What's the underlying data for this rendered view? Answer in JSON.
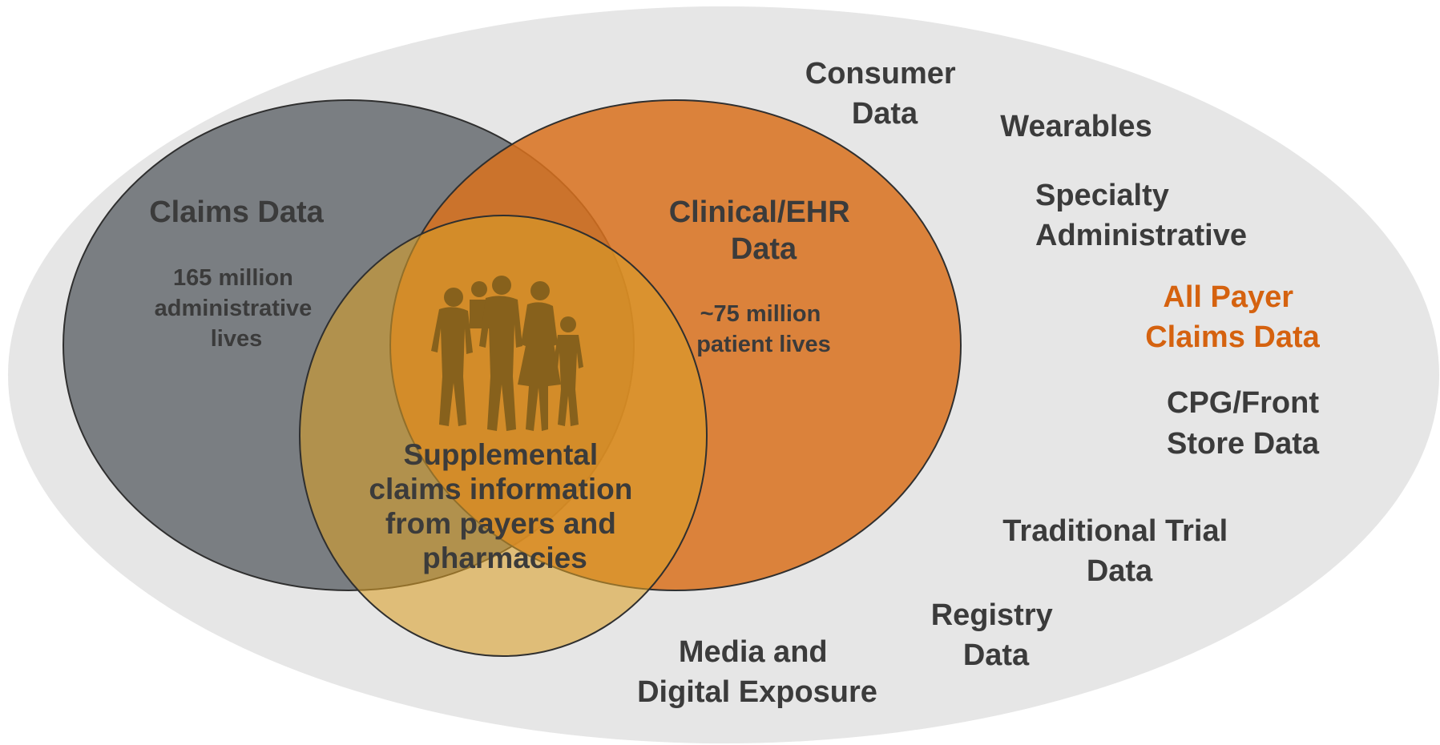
{
  "colors": {
    "background_ellipse": "#e6e6e6",
    "claims_circle": "#7a7e82",
    "ehr_circle": "#d97b37",
    "supplemental_circle": "#d9a230",
    "highlight_text": "#d5620f",
    "label_text": "#3b3b3b",
    "people_silhouette": "#7a5a1a"
  },
  "icons": {
    "people": "family-silhouette-icon"
  },
  "circles": {
    "claims": {
      "title": "Claims Data",
      "detail": [
        "165 million",
        "administrative",
        "lives"
      ]
    },
    "ehr": {
      "title": [
        "Clinical/EHR",
        "Data"
      ],
      "detail": [
        "~75 million",
        "patient lives"
      ]
    },
    "supplemental": {
      "text": [
        "Supplemental",
        "claims information",
        "from payers and",
        "pharmacies"
      ]
    }
  },
  "outer_sources": {
    "consumer": [
      "Consumer",
      "Data"
    ],
    "wearables": "Wearables",
    "specialty": [
      "Specialty",
      "Administrative"
    ],
    "all_payer": [
      "All Payer",
      "Claims Data"
    ],
    "cpg": [
      "CPG/Front",
      "Store Data"
    ],
    "trial": [
      "Traditional Trial",
      "Data"
    ],
    "registry": [
      "Registry",
      "Data"
    ],
    "media": [
      "Media and",
      "Digital Exposure"
    ]
  }
}
